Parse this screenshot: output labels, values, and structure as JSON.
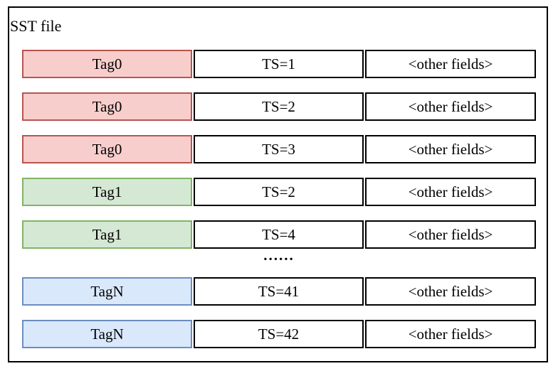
{
  "title": "SST file",
  "ellipsis": "......",
  "colors": {
    "tag0_fill": "#f8cecc",
    "tag0_border": "#b85450",
    "tag1_fill": "#d5e8d4",
    "tag1_border": "#82b366",
    "tagn_fill": "#dae8fc",
    "tagn_border": "#6c8ebf",
    "outline": "#000000"
  },
  "rows": [
    {
      "tag": "Tag0",
      "ts": "TS=1",
      "other": "<other fields>"
    },
    {
      "tag": "Tag0",
      "ts": "TS=2",
      "other": "<other fields>"
    },
    {
      "tag": "Tag0",
      "ts": "TS=3",
      "other": "<other fields>"
    },
    {
      "tag": "Tag1",
      "ts": "TS=2",
      "other": "<other fields>"
    },
    {
      "tag": "Tag1",
      "ts": "TS=4",
      "other": "<other fields>"
    },
    {
      "tag": "TagN",
      "ts": "TS=41",
      "other": "<other fields>"
    },
    {
      "tag": "TagN",
      "ts": "TS=42",
      "other": "<other fields>"
    }
  ]
}
